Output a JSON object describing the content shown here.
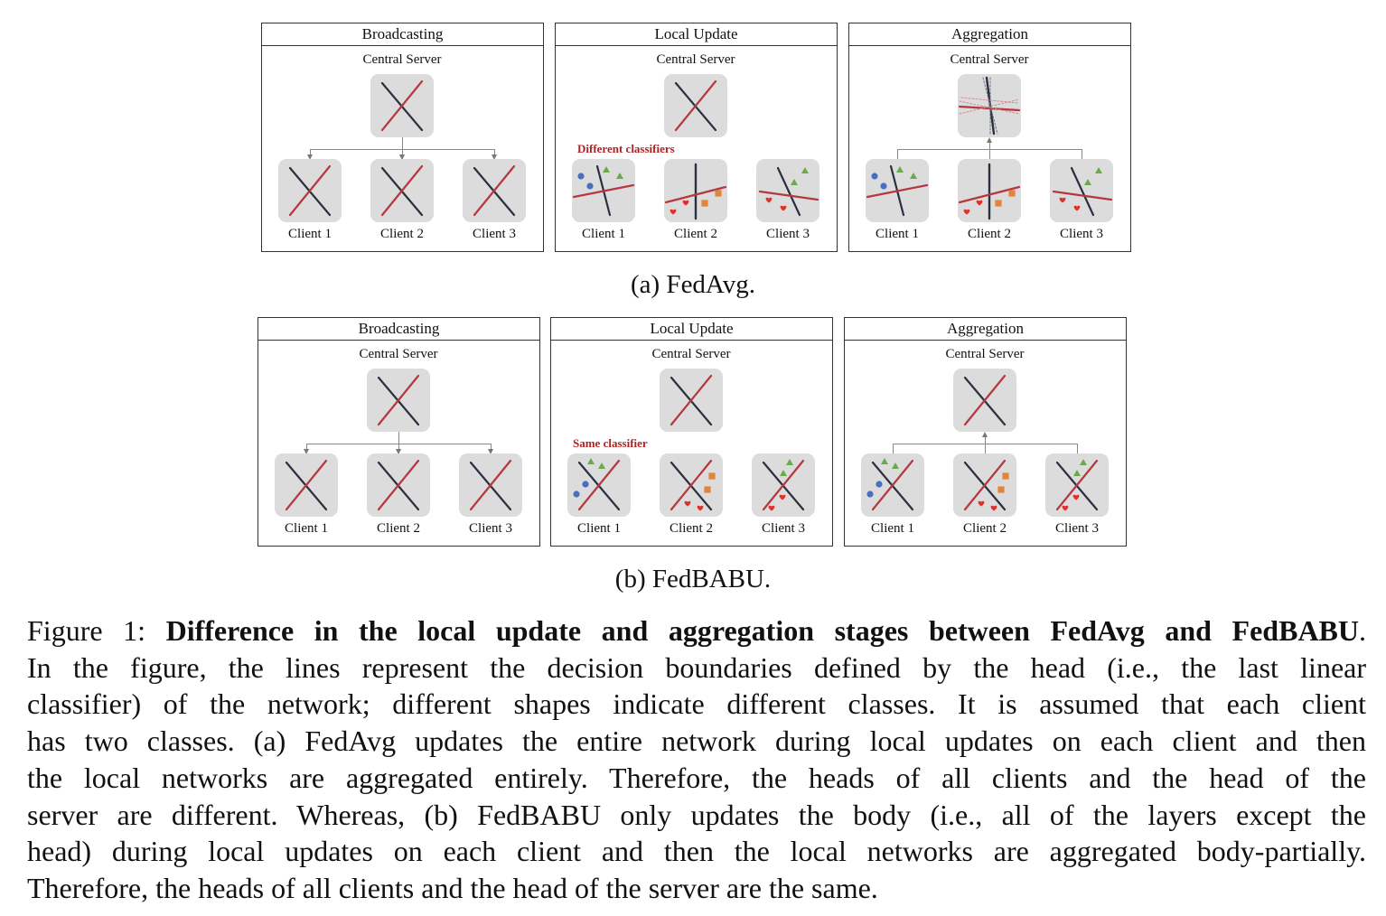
{
  "figure_a": {
    "subcaption": "(a) FedAvg.",
    "panels": [
      {
        "title": "Broadcasting",
        "server": "Central Server",
        "clients": [
          "Client 1",
          "Client 2",
          "Client 3"
        ]
      },
      {
        "title": "Local Update",
        "server": "Central Server",
        "clients": [
          "Client 1",
          "Client 2",
          "Client 3"
        ],
        "note": "Different classifiers"
      },
      {
        "title": "Aggregation",
        "server": "Central Server",
        "clients": [
          "Client 1",
          "Client 2",
          "Client 3"
        ]
      }
    ]
  },
  "figure_b": {
    "subcaption": "(b) FedBABU.",
    "panels": [
      {
        "title": "Broadcasting",
        "server": "Central Server",
        "clients": [
          "Client 1",
          "Client 2",
          "Client 3"
        ]
      },
      {
        "title": "Local Update",
        "server": "Central Server",
        "clients": [
          "Client 1",
          "Client 2",
          "Client 3"
        ],
        "note": "Same classifier"
      },
      {
        "title": "Aggregation",
        "server": "Central Server",
        "clients": [
          "Client 1",
          "Client 2",
          "Client 3"
        ]
      }
    ]
  },
  "caption": {
    "prefix": "Figure 1: ",
    "bold": "Difference in the local update and aggregation stages between FedAvg and FedBABU",
    "bold_end": ".",
    "lines": [
      "In the figure, the lines represent the decision boundaries defined by the head (i.e., the last linear",
      "classifier) of the network; different shapes indicate different classes. It is assumed that each client",
      "has two classes. (a) FedAvg updates the entire network during local updates on each client and then",
      "the local networks are aggregated entirely. Therefore, the heads of all clients and the head of the",
      "server are different. Whereas, (b) FedBABU only updates the body (i.e., all of the layers except the",
      "head) during local updates on each client and then the local networks are aggregated body-partially.",
      "Therefore, the heads of all clients and the head of the server are the same."
    ]
  },
  "colors": {
    "red_line": "#b5373f",
    "dark_line": "#2b3040",
    "circle": "#4a6fc0",
    "triangle": "#6aaa4a",
    "square": "#e2843a",
    "heart": "#e0302a",
    "note": "#b22222"
  }
}
